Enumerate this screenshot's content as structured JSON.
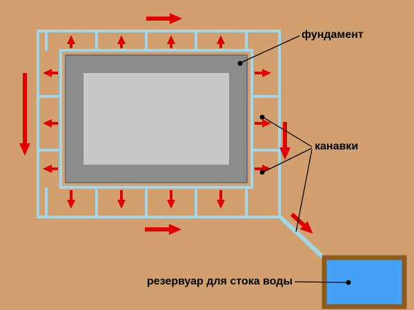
{
  "labels": {
    "foundation": "фундамент",
    "channels": "канавки",
    "reservoir": "резервуар для стока воды"
  },
  "colors": {
    "background": "#d1a06e",
    "channel": "#9fd6ec",
    "arrow": "#e00000",
    "foundation-band": "#8b8b8b",
    "foundation-edge": "#707070",
    "foundation-core": "#c8c8c8",
    "reservoir-fill": "#44a1f4",
    "reservoir-border": "#8d5a20",
    "text": "#000000",
    "leader": "#000000"
  }
}
